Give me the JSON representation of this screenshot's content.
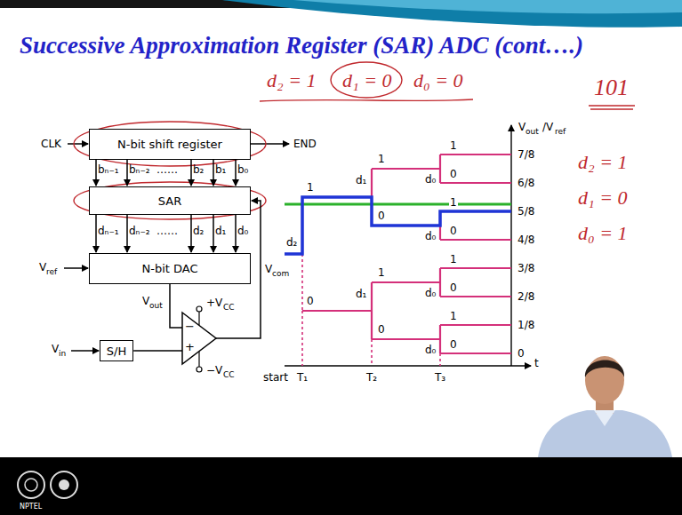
{
  "diagram": {
    "title": "Successive Approximation Register (SAR) ADC (cont….)",
    "nodes": [
      {
        "text": [
          "N-bit shift register"
        ]
      },
      {
        "text": [
          "SAR"
        ]
      },
      {
        "text": [
          "N-bit DAC"
        ]
      },
      {
        "text": [
          "S/H"
        ]
      },
      {
        "text": [
          "−",
          "+"
        ]
      }
    ],
    "edges": [
      {
        "from": 0,
        "to": 1,
        "arrow": "to"
      },
      {
        "from": 1,
        "to": 2,
        "arrow": "to"
      },
      {
        "from": 2,
        "to": 4,
        "arrow": "none"
      },
      {
        "from": 3,
        "to": 4,
        "arrow": "none"
      },
      {
        "from": 4,
        "to": 1,
        "arrow": "to"
      }
    ],
    "labels": [
      "CLK",
      "END",
      "bₙ₋₁",
      "bₙ₋₂",
      "……",
      "b₂",
      "b₁",
      "b₀",
      "dₙ₋₁",
      "dₙ₋₂",
      "……",
      "d₂",
      "d₁",
      "d₀",
      "V",
      "ref",
      "V",
      "out",
      "V",
      "com",
      "V",
      "in",
      "+V",
      "CC",
      "−V",
      "CC",
      "V",
      "out",
      "/V",
      "ref",
      "7/8",
      "6/8",
      "5/8",
      "4/8",
      "3/8",
      "2/8",
      "1/8",
      "0",
      "start",
      "T₁",
      "T₂",
      "T₃",
      "t",
      "d₂",
      "d₁",
      "d₁",
      "d₀",
      "d₀",
      "d₀",
      "d₀",
      "1",
      "0",
      "1",
      "0",
      "1",
      "0",
      "1",
      "0",
      "1",
      "0",
      "1",
      "0",
      "1",
      "0",
      "d₂ = 1",
      "d₁ = 0",
      "d₀ = 0",
      "101",
      "d₂ = 1",
      "d₁ = 0",
      "d₀ = 1",
      "NPTEL"
    ]
  }
}
